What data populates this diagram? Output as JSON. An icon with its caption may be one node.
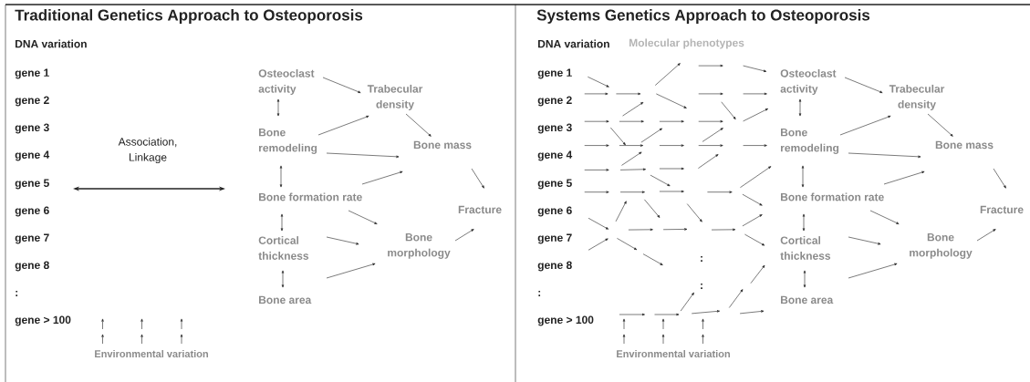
{
  "diagram": {
    "nodes": [
      {
        "text": [
          "Osteoclast activity"
        ]
      },
      {
        "text": [
          "Trabecular density"
        ]
      },
      {
        "text": [
          "Bone remodeling"
        ]
      },
      {
        "text": [
          "Bone mass"
        ]
      },
      {
        "text": [
          "Bone formation rate"
        ]
      },
      {
        "text": [
          "Fracture"
        ]
      },
      {
        "text": [
          "Cortical thickness"
        ]
      },
      {
        "text": [
          "Bone morphology"
        ]
      },
      {
        "text": [
          "Bone area"
        ]
      },
      {
        "text": [
          "Osteoclast activity"
        ]
      },
      {
        "text": [
          "Trabecular density"
        ]
      },
      {
        "text": [
          "Bone remodeling"
        ]
      },
      {
        "text": [
          "Bone mass"
        ]
      },
      {
        "text": [
          "Bone formation rate"
        ]
      },
      {
        "text": [
          "Fracture"
        ]
      },
      {
        "text": [
          "Cortical thickness"
        ]
      },
      {
        "text": [
          "Bone morphology"
        ]
      },
      {
        "text": [
          "Bone area"
        ]
      }
    ],
    "edges": [
      {
        "from": 0,
        "to": 1,
        "arrow": "to"
      },
      {
        "from": 0,
        "to": 2,
        "arrow": "both"
      },
      {
        "from": 2,
        "to": 1,
        "arrow": "to"
      },
      {
        "from": 2,
        "to": 3,
        "arrow": "to"
      },
      {
        "from": 1,
        "to": 3,
        "arrow": "to"
      },
      {
        "from": 2,
        "to": 4,
        "arrow": "both"
      },
      {
        "from": 4,
        "to": 3,
        "arrow": "to"
      },
      {
        "from": 3,
        "to": 5,
        "arrow": "to"
      },
      {
        "from": 4,
        "to": 7,
        "arrow": "to"
      },
      {
        "from": 4,
        "to": 6,
        "arrow": "both"
      },
      {
        "from": 6,
        "to": 7,
        "arrow": "to"
      },
      {
        "from": 6,
        "to": 8,
        "arrow": "both"
      },
      {
        "from": 8,
        "to": 7,
        "arrow": "to"
      },
      {
        "from": 7,
        "to": 5,
        "arrow": "to"
      },
      {
        "from": 9,
        "to": 10,
        "arrow": "to"
      },
      {
        "from": 9,
        "to": 11,
        "arrow": "both"
      },
      {
        "from": 11,
        "to": 10,
        "arrow": "to"
      },
      {
        "from": 11,
        "to": 12,
        "arrow": "to"
      },
      {
        "from": 10,
        "to": 12,
        "arrow": "to"
      },
      {
        "from": 11,
        "to": 13,
        "arrow": "both"
      },
      {
        "from": 13,
        "to": 12,
        "arrow": "to"
      },
      {
        "from": 12,
        "to": 14,
        "arrow": "to"
      },
      {
        "from": 13,
        "to": 16,
        "arrow": "to"
      },
      {
        "from": 13,
        "to": 15,
        "arrow": "both"
      },
      {
        "from": 15,
        "to": 16,
        "arrow": "to"
      },
      {
        "from": 15,
        "to": 17,
        "arrow": "both"
      },
      {
        "from": 17,
        "to": 16,
        "arrow": "to"
      },
      {
        "from": 16,
        "to": 14,
        "arrow": "to"
      }
    ],
    "labels": [
      "Traditional Genetics Approach to Osteoporosis",
      "DNA variation",
      "gene 1",
      "gene 2",
      "gene 3",
      "gene 4",
      "gene 5",
      "gene 6",
      "gene 7",
      "gene 8",
      ":",
      "gene > 100",
      "Association, Linkage",
      "Environmental variation",
      "Systems Genetics Approach to Osteoporosis",
      "DNA variation",
      "Molecular phenotypes",
      "gene 1",
      "gene 2",
      "gene 3",
      "gene 4",
      "gene 5",
      "gene 6",
      "gene 7",
      "gene 8",
      ":",
      "gene > 100",
      ":",
      ":",
      "Environmental variation"
    ]
  }
}
